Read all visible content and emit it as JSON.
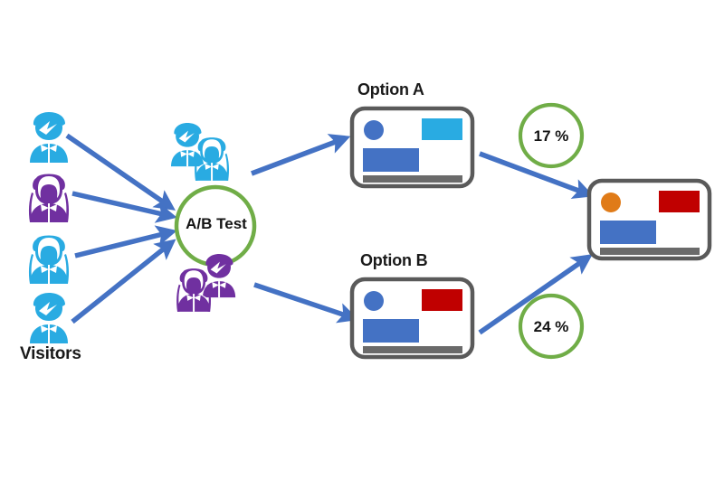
{
  "diagram": {
    "title_visitors": "Visitors",
    "center_node": {
      "label": "A/B Test",
      "shape": "circle",
      "stroke_color": "#70AD47"
    },
    "variants": [
      {
        "name": "option-a",
        "label": "Option A",
        "accent_color": "#29ABE2",
        "circle_color": "#4472C4",
        "block_color": "#4472C4",
        "bar_color": "#6A6A6A",
        "conversion": "17 %"
      },
      {
        "name": "option-b",
        "label": "Option B",
        "accent_color": "#C00000",
        "circle_color": "#4472C4",
        "block_color": "#4472C4",
        "bar_color": "#6A6A6A",
        "conversion": "24 %"
      }
    ],
    "winner": {
      "name": "winning-page",
      "accent_color": "#C00000",
      "circle_color": "#E07B18",
      "block_color": "#4472C4",
      "bar_color": "#6A6A6A"
    },
    "visitors": [
      {
        "name": "visitor-1",
        "type": "male",
        "color": "#29ABE2"
      },
      {
        "name": "visitor-2",
        "type": "female",
        "color": "#7030A0"
      },
      {
        "name": "visitor-3",
        "type": "female",
        "color": "#29ABE2"
      },
      {
        "name": "visitor-4",
        "type": "male",
        "color": "#29ABE2"
      }
    ],
    "groups": [
      {
        "name": "group-a",
        "color": "#29ABE2",
        "members": "male-and-female"
      },
      {
        "name": "group-b",
        "color": "#7030A0",
        "members": "female-and-male"
      }
    ],
    "arrow_color": "#4472C4",
    "percent_circle_color": "#70AD47"
  }
}
